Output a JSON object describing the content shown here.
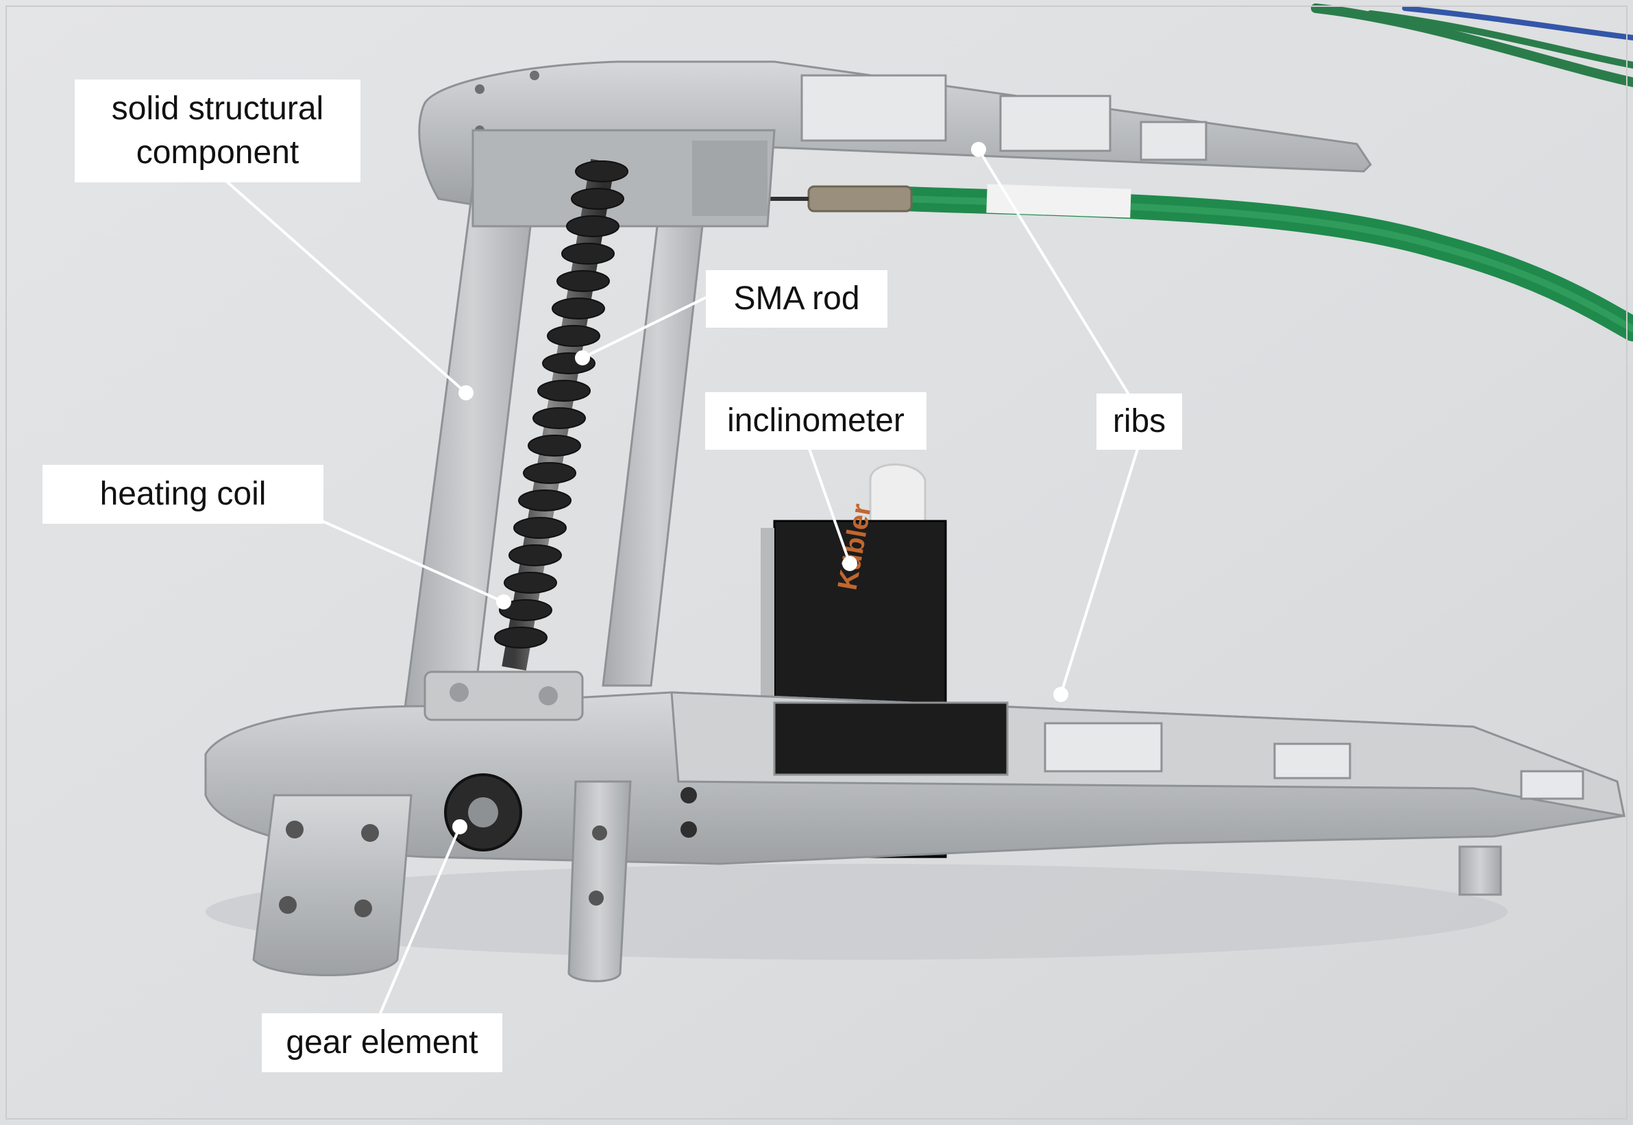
{
  "labels": {
    "solid_structural_component": "solid structural\ncomponent",
    "sma_rod": "SMA rod",
    "inclinometer": "inclinometer",
    "ribs": "ribs",
    "heating_coil": "heating coil",
    "gear_element": "gear element"
  },
  "sensor_brand": "Kübler",
  "colors": {
    "cable": "#1f8a4c",
    "aluminium": "#c4c6c8",
    "sensor": "#1c1c1c",
    "coil": "#2b2b2b",
    "leader_line": "#ffffff"
  }
}
